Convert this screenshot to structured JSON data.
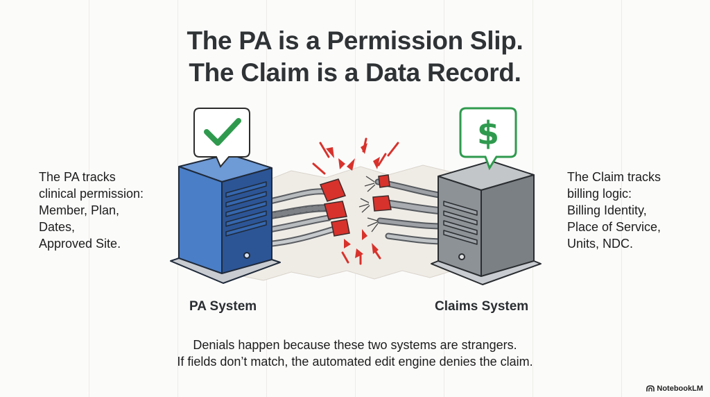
{
  "title": {
    "line1": "The PA is a Permission Slip.",
    "line2": "The Claim is a Data Record."
  },
  "left_note": {
    "lines": [
      "The PA tracks",
      "clinical permission:",
      "Member, Plan,",
      "Dates,",
      "Approved Site."
    ]
  },
  "right_note": {
    "lines": [
      "The Claim tracks",
      "billing logic:",
      "Billing Identity,",
      "Place of Service,",
      "Units, NDC."
    ]
  },
  "pa_system": {
    "label": "PA System",
    "icon": "checkmark-icon",
    "color": "#3d6fb6"
  },
  "claims_system": {
    "label": "Claims System",
    "icon": "dollar-sign-icon",
    "color": "#8d9297"
  },
  "footer": {
    "line1": "Denials happen because these two systems are strangers.",
    "line2": "If fields don’t match, the automated edit engine denies the claim."
  },
  "brand": {
    "label": "NotebookLM",
    "icon": "notebooklm-logo-icon"
  },
  "colors": {
    "check": "#2f9a4e",
    "dollar": "#2f9a4e",
    "break": "#d8322c"
  }
}
